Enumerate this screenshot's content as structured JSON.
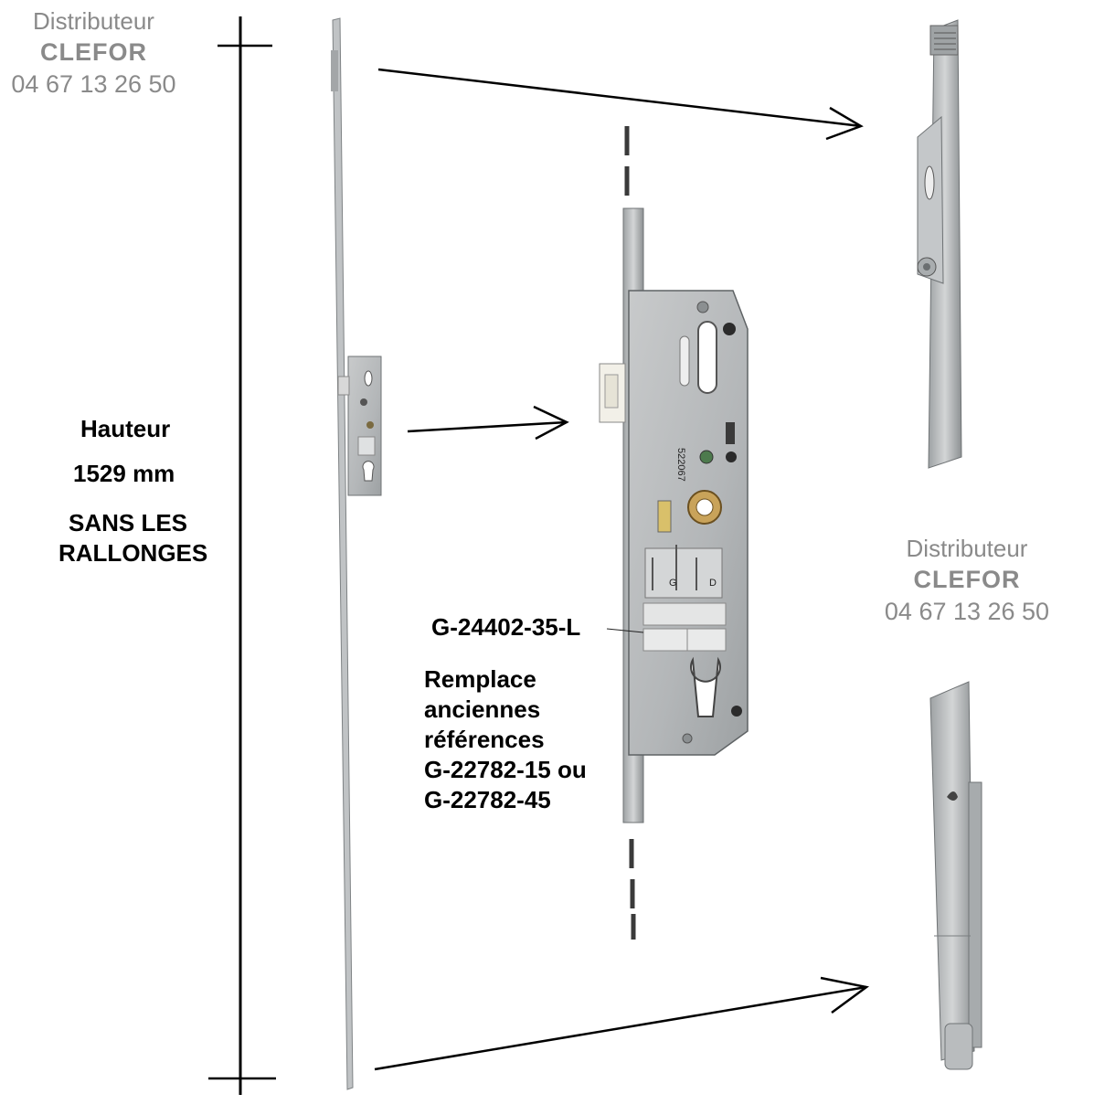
{
  "distributor_top": {
    "label": "Distributeur",
    "name": "CLEFOR",
    "phone": "04 67 13 26 50"
  },
  "distributor_right": {
    "label": "Distributeur",
    "name": "CLEFOR",
    "phone": "04 67 13 26 50"
  },
  "height_block": {
    "title": "Hauteur",
    "value": "1529 mm",
    "note_line1": "SANS LES",
    "note_line2": "RALLONGES"
  },
  "product": {
    "reference": "G-24402-35-L",
    "replaces_lines": [
      "Remplace",
      "anciennes",
      "références",
      "G-22782-15 ou",
      "G-22782-45"
    ]
  },
  "lock_markings": {
    "model_number": "522067",
    "side_g": "G",
    "side_d": "D"
  },
  "colors": {
    "metal": "#b9bcbe",
    "metal_dark": "#8c9092",
    "brass": "#c9a35a",
    "line": "#000000",
    "text_grey": "#8a8a8a"
  }
}
